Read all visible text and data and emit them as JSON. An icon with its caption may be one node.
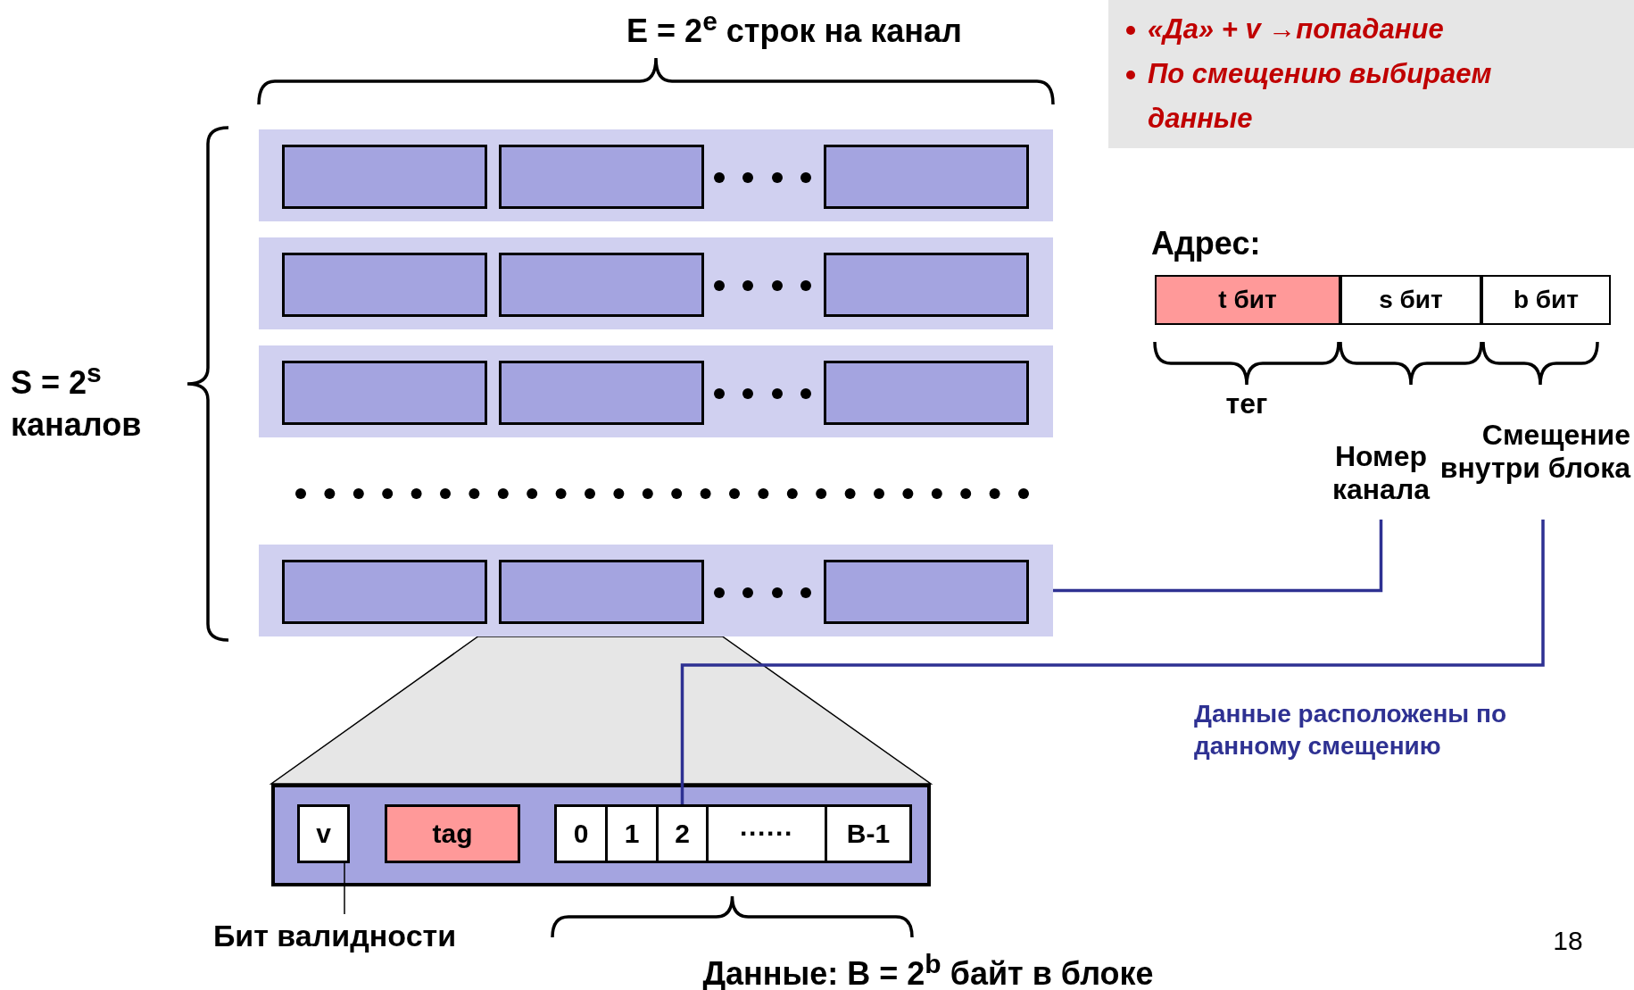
{
  "diagram": {
    "nodes": [
      {
        "text": [
          "«Да» + v →попадание",
          "По смещению выбираем данные"
        ]
      },
      {
        "text": [],
        "shape": "bar"
      },
      {
        "text": [],
        "shape": "box",
        "in": 1
      },
      {
        "text": [],
        "shape": "box",
        "in": 1
      },
      {
        "text": [],
        "shape": "box",
        "in": 1
      },
      {
        "text": [],
        "shape": "bar"
      },
      {
        "text": [],
        "shape": "box",
        "in": 5
      },
      {
        "text": [],
        "shape": "box",
        "in": 5
      },
      {
        "text": [],
        "shape": "box",
        "in": 5
      },
      {
        "text": [],
        "shape": "bar"
      },
      {
        "text": [],
        "shape": "box",
        "in": 9
      },
      {
        "text": [],
        "shape": "box",
        "in": 9
      },
      {
        "text": [],
        "shape": "box",
        "in": 9
      },
      {
        "text": [],
        "shape": "bar"
      },
      {
        "text": [],
        "shape": "box",
        "in": 13
      },
      {
        "text": [],
        "shape": "box",
        "in": 13
      },
      {
        "text": [],
        "shape": "box",
        "in": 13
      },
      {
        "text": [
          "t бит"
        ]
      },
      {
        "text": [
          "s бит"
        ]
      },
      {
        "text": [
          "b бит"
        ]
      },
      {
        "text": [
          "Номер канала"
        ]
      },
      {
        "text": [
          "Смещение внутри блока"
        ]
      },
      {
        "text": [],
        "shape": "box"
      },
      {
        "text": [
          "v"
        ],
        "in": 22
      },
      {
        "text": [
          "tag"
        ],
        "in": 22
      },
      {
        "text": [
          "0"
        ],
        "in": 22
      },
      {
        "text": [
          "1"
        ],
        "in": 22
      },
      {
        "text": [
          "2"
        ],
        "in": 22
      },
      {
        "text": [
          "······"
        ],
        "in": 22
      },
      {
        "text": [
          "B-1"
        ],
        "in": 22
      },
      {
        "text": [
          "Бит валидности"
        ]
      }
    ],
    "edges": [
      {
        "from": 20,
        "to": 13,
        "arrow": "none",
        "color": "#2e3192"
      },
      {
        "from": 21,
        "to": 27,
        "arrow": "none",
        "color": "#2e3192"
      },
      {
        "from": 30,
        "to": 23,
        "arrow": "none",
        "color": "#000000"
      }
    ],
    "labels": [
      "E = 2$^{e}$ строк на канал",
      "S = 2$^{s}$ каналов",
      "Адрес:",
      "тег",
      "Данные расположены по данному смещению",
      "Данные: B = 2$^{b}$ байт в блоке",
      "18"
    ]
  }
}
